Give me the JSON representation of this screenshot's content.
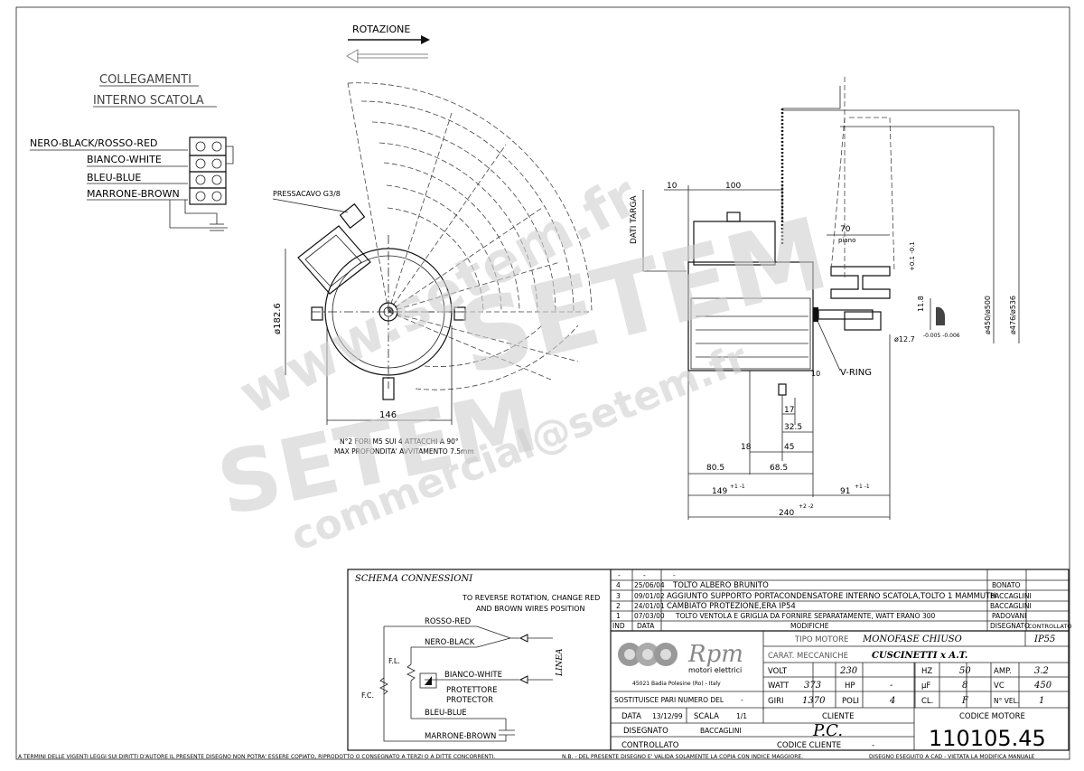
{
  "rotation_label": "ROTAZIONE",
  "connections_title": [
    "COLLEGAMENTI",
    "INTERNO SCATOLA"
  ],
  "wires": [
    "NERO-BLACK/ROSSO-RED",
    "BIANCO-WHITE",
    "BLEU-BLUE",
    "MARRONE-BROWN"
  ],
  "pressacavo": "PRESSACAVO G3/8",
  "dim_front": {
    "dia": "ø182.6",
    "width": "146",
    "note1": "N°2 FORI M5 SUI 4 ATTACCHI A 90°",
    "note2": "MAX PROFONDITA' AVVITAMENTO 7.5mm"
  },
  "dati_targa": "DATI TARGA",
  "dims_side": {
    "d10": "10",
    "d100": "100",
    "d70": "70",
    "piano": "piano",
    "tol": "+0.1 -0.1",
    "d11_8": "11.8",
    "d12_7": "ø12.7",
    "d12_7_tol": "-0.005 -0.006",
    "d450": "ø450/ø500",
    "d476": "ø476/ø536",
    "vring": "V-RING",
    "d10b": "10",
    "d17": "17",
    "d32_5": "32.5",
    "d18": "18",
    "d45": "45",
    "d80_5": "80.5",
    "d68_5": "68.5",
    "d149": "149",
    "d149_tol": "+1 -1",
    "d91": "91",
    "d91_tol": "+1 -1",
    "d240": "240",
    "d240_tol": "+2 -2"
  },
  "schema": {
    "title": "SCHEMA CONNESSIONI",
    "note1": "TO REVERSE ROTATION, CHANGE RED",
    "note2": "AND BROWN WIRES POSITION",
    "rosso": "ROSSO-RED",
    "nero": "NERO-BLACK",
    "bianco": "BIANCO-WHITE",
    "prot1": "PROTETTORE",
    "prot2": "PROTECTOR",
    "bleu": "BLEU-BLUE",
    "marrone": "MARRONE-BROWN",
    "linea": "LINEA",
    "fl": "F.L.",
    "fc": "F.C."
  },
  "revisions": [
    {
      "ind": "-",
      "date": "-",
      "desc": "-",
      "by": ""
    },
    {
      "ind": "4",
      "date": "25/06/04",
      "desc": "TOLTO ALBERO BRUNITO",
      "by": "BONATO"
    },
    {
      "ind": "3",
      "date": "09/01/02",
      "desc": "AGGIUNTO SUPPORTO PORTACONDENSATORE INTERNO SCATOLA,TOLTO 1 MAMMUTH",
      "by": "BACCAGLINI"
    },
    {
      "ind": "2",
      "date": "24/01/01",
      "desc": "CAMBIATO PROTEZIONE,ERA IP54",
      "by": "BACCAGLINI"
    },
    {
      "ind": "1",
      "date": "07/03/00",
      "desc": "TOLTO VENTOLA E GRIGLIA DA FORNIRE SEPARATAMENTE, WATT ERANO 300",
      "by": "PADOVANI"
    }
  ],
  "rev_header": {
    "ind": "IND",
    "date": "DATA",
    "mod": "MODIFICHE",
    "dis": "DISEGNATO",
    "ctrl": "CONTROLLATO"
  },
  "company": {
    "logo": "Rpm",
    "sub": "motori elettrici",
    "addr": "45021 Badia Polesine (Ro) - Italy"
  },
  "spec": {
    "tipo_label": "TIPO MOTORE",
    "tipo": "MONOFASE CHIUSO",
    "ip": "IP55",
    "carat_label": "CARAT. MECCANICHE",
    "carat": "CUSCINETTI x A.T.",
    "volt_l": "VOLT",
    "volt": "230",
    "hz_l": "HZ",
    "hz": "50",
    "amp_l": "AMP.",
    "amp": "3.2",
    "watt_l": "WATT",
    "watt": "373",
    "hp_l": "HP",
    "hp": "-",
    "uf_l": "µF",
    "uf": "8",
    "vc_l": "VC",
    "vc": "450",
    "giri_l": "GIRI",
    "giri": "1370",
    "poli_l": "POLI",
    "poli": "4",
    "cl_l": "CL.",
    "cl": "F",
    "nvel_l": "N° VEL.",
    "nvel": "1"
  },
  "sost": {
    "label": "SOSTITUISCE PARI NUMERO DEL",
    "val": "-"
  },
  "data_row": {
    "data_l": "DATA",
    "data": "13/12/99",
    "scala_l": "SCALA",
    "scala": "1/1"
  },
  "disegnato": {
    "label": "DISEGNATO",
    "val": "BACCAGLINI"
  },
  "controllato": {
    "label": "CONTROLLATO"
  },
  "cliente": {
    "label": "CLIENTE",
    "val": "P.C.",
    "codice_l": "CODICE CLIENTE",
    "codice": "-"
  },
  "codice_motore": {
    "label": "CODICE MOTORE",
    "val": "110105.45"
  },
  "footer": {
    "left": "A TERMINI DELLE VIGENTI LEGGI SUI DIRITTI D'AUTORE IL PRESENTE DISEGNO NON POTRA' ESSERE COPIATO, RIPRODOTTO O CONSEGNATO A TERZI O A DITTE CONCORRENTI.",
    "mid": "N.B. - DEL PRESENTE DISEGNO E' VALIDA SOLAMENTE LA COPIA CON INDICE MAGGIORE.",
    "right": "DISEGNO ESEGUITO A CAD - VIETATA LA MODIFICA MANUALE"
  },
  "watermark": {
    "w1": "www.setem.fr",
    "w2": "SETEM",
    "w3": "SETEM",
    "w4": "commercial@setem.fr"
  }
}
